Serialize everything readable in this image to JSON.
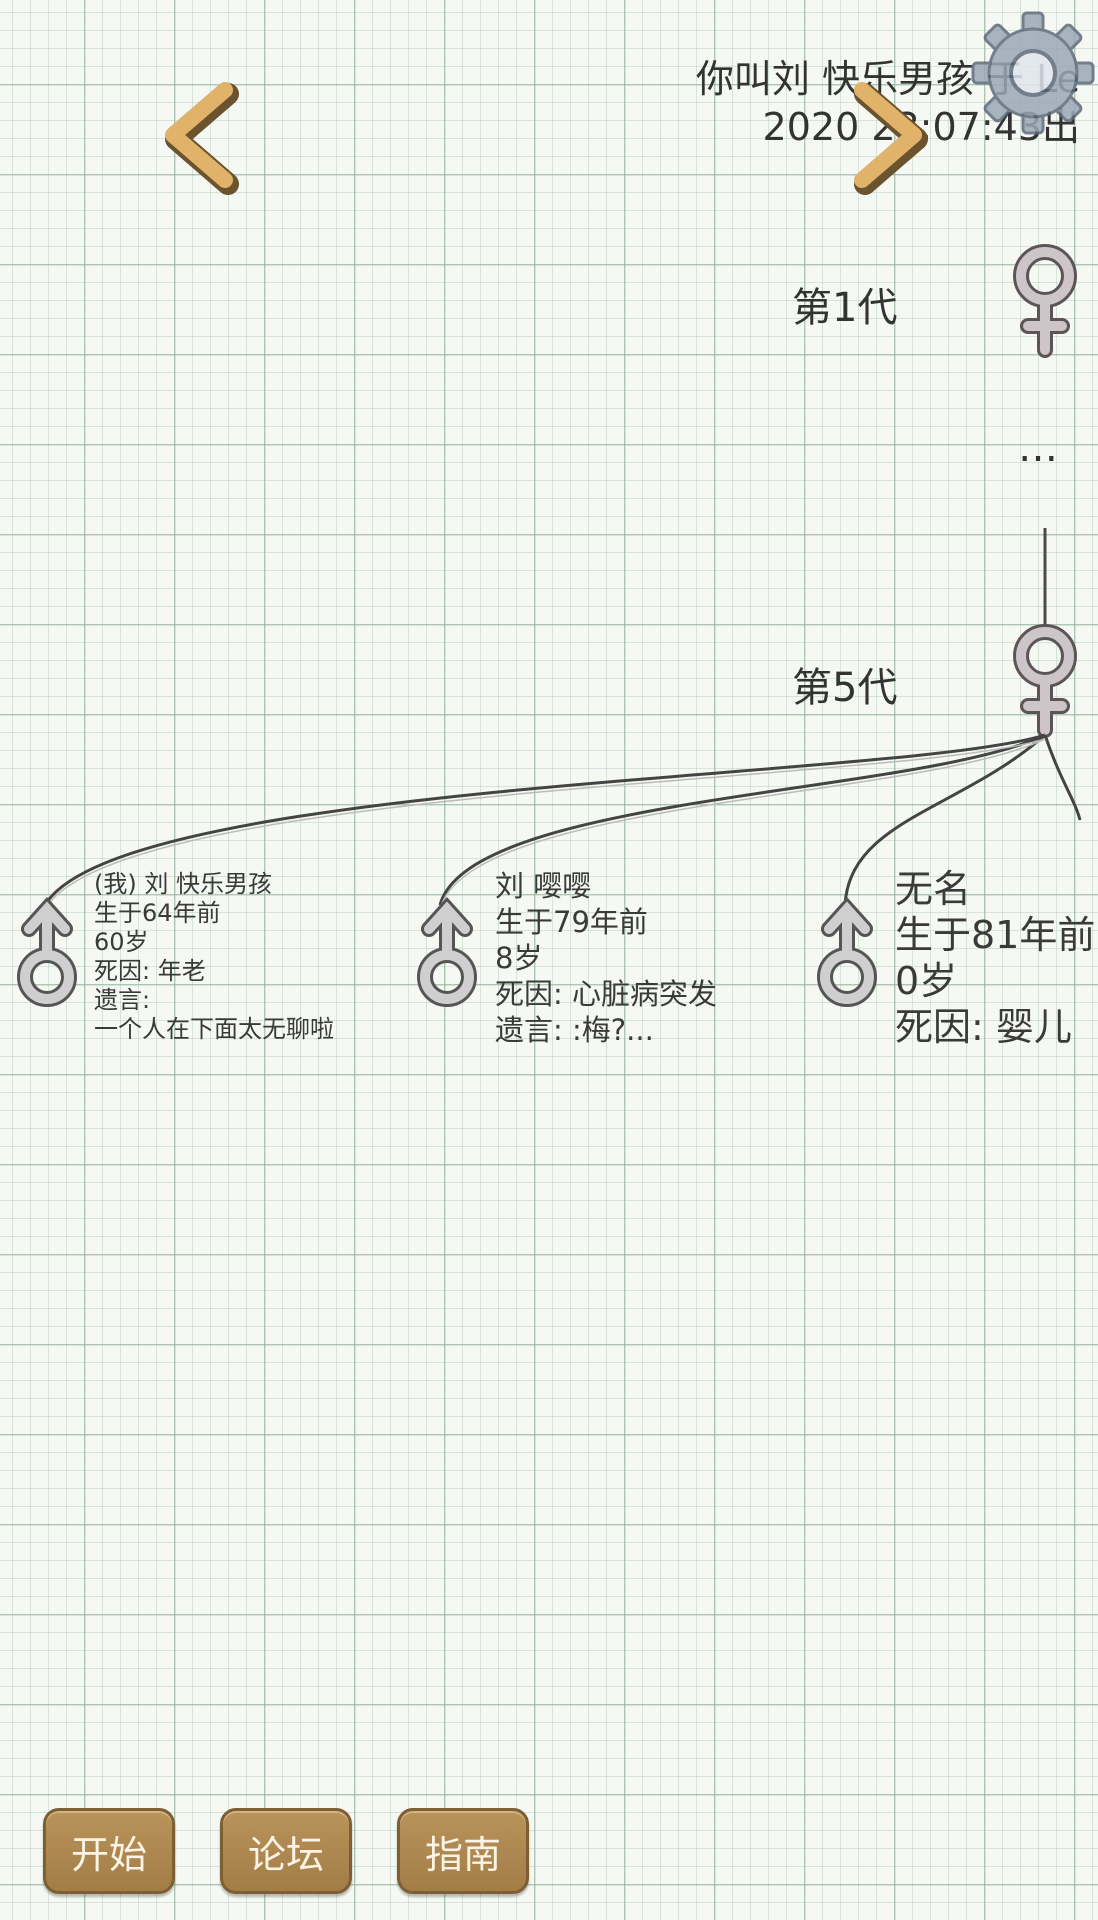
{
  "header": {
    "name_line": "你叫刘 快乐男孩 于 Le",
    "date_line": "2020 23:07:43出"
  },
  "icons": {
    "prev": "chevron-left-icon",
    "next": "chevron-right-icon",
    "settings": "gear-icon",
    "female": "female-symbol-icon",
    "male": "male-symbol-icon"
  },
  "generations": [
    {
      "label": "第1代"
    },
    {
      "label": "第5代"
    }
  ],
  "ellipsis": "…",
  "children": [
    {
      "lines": [
        "(我) 刘 快乐男孩",
        "生于64年前",
        "60岁",
        "死因:  年老",
        "遗言:",
        "一个人在下面太无聊啦"
      ]
    },
    {
      "lines": [
        "刘 嘤嘤",
        "生于79年前",
        "8岁",
        "死因:  心脏病突发",
        "遗言:  :梅?..."
      ]
    },
    {
      "lines": [
        "无名",
        "生于81年前",
        "0岁",
        "死因:  婴儿"
      ]
    }
  ],
  "buttons": {
    "start": "开始",
    "forum": "论坛",
    "guide": "指南"
  },
  "colors": {
    "accent": "#a88350",
    "arrow": "#e2b46a",
    "line": "#4a4a4a"
  }
}
